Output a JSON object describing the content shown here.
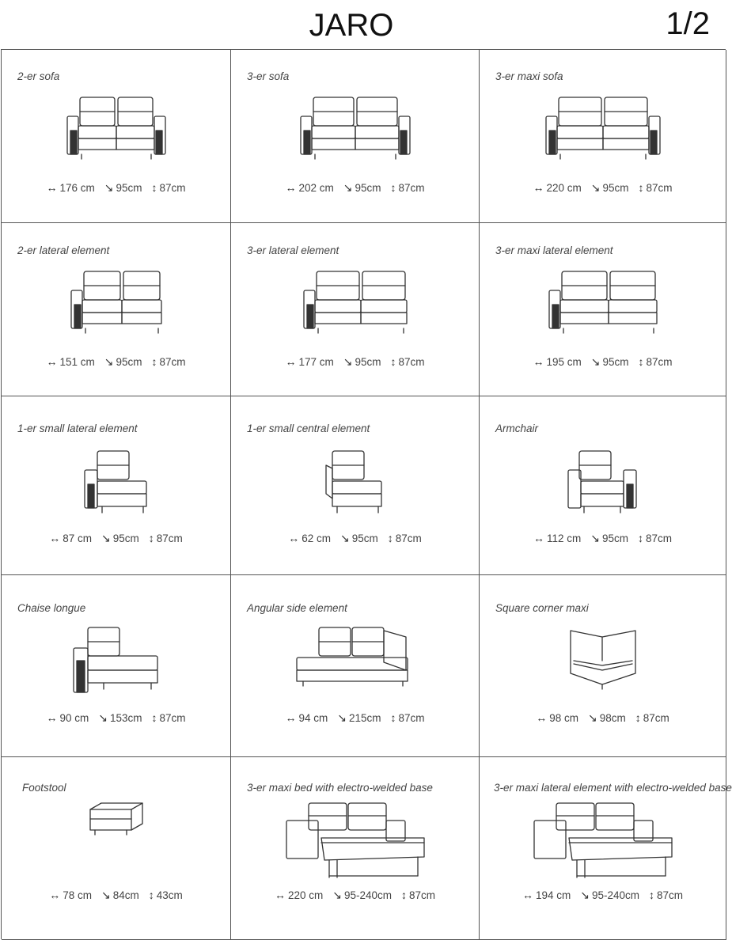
{
  "header": {
    "title": "JARO",
    "page": "1/2"
  },
  "glyphs": {
    "width": "↔",
    "depth": "↘",
    "height": "↕"
  },
  "items": [
    {
      "label": "2-er sofa",
      "width": "176 cm",
      "depth": "95cm",
      "height": "87cm",
      "icon": "sofa-2-icon"
    },
    {
      "label": "3-er sofa",
      "width": "202 cm",
      "depth": "95cm",
      "height": "87cm",
      "icon": "sofa-3-icon"
    },
    {
      "label": "3-er maxi sofa",
      "width": "220 cm",
      "depth": "95cm",
      "height": "87cm",
      "icon": "sofa-3-maxi-icon"
    },
    {
      "label": "2-er lateral element",
      "width": "151 cm",
      "depth": "95cm",
      "height": "87cm",
      "icon": "lateral-2-icon"
    },
    {
      "label": "3-er lateral element",
      "width": "177 cm",
      "depth": "95cm",
      "height": "87cm",
      "icon": "lateral-3-icon"
    },
    {
      "label": "3-er maxi lateral element",
      "width": "195 cm",
      "depth": "95cm",
      "height": "87cm",
      "icon": "lateral-3-maxi-icon"
    },
    {
      "label": "1-er small lateral element",
      "width": "87 cm",
      "depth": "95cm",
      "height": "87cm",
      "icon": "small-lateral-icon"
    },
    {
      "label": "1-er small central element",
      "width": "62 cm",
      "depth": "95cm",
      "height": "87cm",
      "icon": "small-central-icon"
    },
    {
      "label": "Armchair",
      "width": "112 cm",
      "depth": "95cm",
      "height": "87cm",
      "icon": "armchair-icon"
    },
    {
      "label": "Chaise longue",
      "width": "90 cm",
      "depth": "153cm",
      "height": "87cm",
      "icon": "chaise-longue-icon"
    },
    {
      "label": "Angular side element",
      "width": "94 cm",
      "depth": "215cm",
      "height": "87cm",
      "icon": "angular-side-icon"
    },
    {
      "label": "Square corner maxi",
      "width": "98 cm",
      "depth": "98cm",
      "height": "87cm",
      "icon": "square-corner-icon"
    },
    {
      "label": "Footstool",
      "width": "78 cm",
      "depth": "84cm",
      "height": "43cm",
      "icon": "footstool-icon"
    },
    {
      "label": "3-er maxi bed with electro-welded base",
      "width": "220 cm",
      "depth": "95-240cm",
      "height": "87cm",
      "icon": "sofa-bed-icon"
    },
    {
      "label": "3-er maxi lateral element with electro-welded base",
      "width": "194 cm",
      "depth": "95-240cm",
      "height": "87cm",
      "icon": "lateral-bed-icon"
    }
  ]
}
